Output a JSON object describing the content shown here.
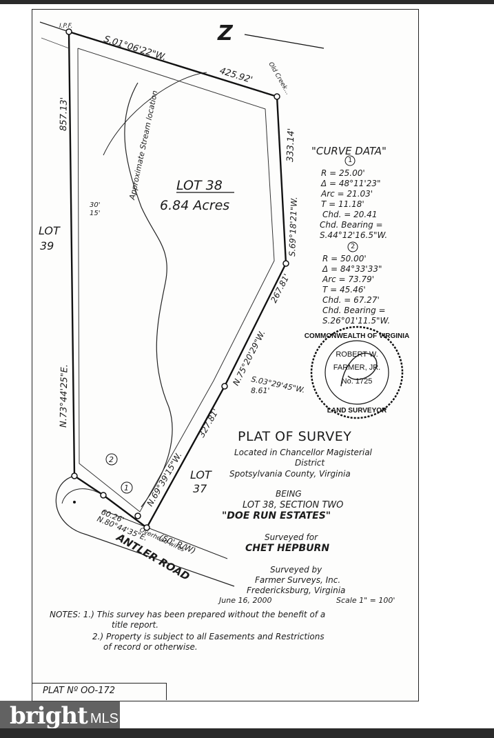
{
  "north_label": "Z",
  "lot": {
    "name": "LOT 38",
    "area": "6.84 Acres"
  },
  "adjacent": {
    "lot39_a": "LOT",
    "lot39_b": "39",
    "lot37_a": "LOT",
    "lot37_b": "37"
  },
  "bearings": {
    "top": "S.01°06'22\"W.",
    "top_dist": "425.92'",
    "left": "N.73°44'25\"E.",
    "left_dist": "857.13'",
    "right_upper": "S.69°18'21\"W.",
    "right_upper_dist": "333.14'",
    "right_mid": "N.75°20'29\"W.",
    "right_mid_dist": "267.81'",
    "jog": "S.03°29'45\"W.",
    "jog_dist": "8.61'",
    "lower": "N.69°39'15\"W.",
    "lower_dist": "327.81'",
    "bottom_dist": "60.26'",
    "bottom": "N.80°44'35\"E."
  },
  "labels": {
    "stream": "Approximate Stream location",
    "creek": "Old Creek...",
    "ipf": "I.P.F.",
    "road": "ANTLER ROAD",
    "row": "(50' R/W)",
    "wires": "Overhead wires",
    "setback_30": "30'",
    "setback_15": "15'",
    "curve1": "1",
    "curve2": "2"
  },
  "curve_data": {
    "title": "\"CURVE DATA\"",
    "c1_num": "1",
    "c1": [
      "R = 25.00'",
      "Δ = 48°11'23\"",
      "Arc = 21.03'",
      "T = 11.18'",
      "Chd. = 20.41",
      "Chd. Bearing =",
      "S.44°12'16.5\"W."
    ],
    "c2_num": "2",
    "c2": [
      "R = 50.00'",
      "Δ = 84°33'33\"",
      "Arc = 73.79'",
      "T = 45.46'",
      "Chd. = 67.27'",
      "Chd. Bearing =",
      "S.26°01'11.5\"W."
    ]
  },
  "seal": {
    "ring_top": "COMMONWEALTH OF VIRGINIA",
    "ring_bottom": "LAND SURVEYOR",
    "name1": "ROBERT W.",
    "name2": "FARMER, JR.",
    "number": "No. 1725"
  },
  "title": {
    "heading": "PLAT OF SURVEY",
    "located1": "Located in Chancellor Magisterial",
    "located2": "District",
    "county": "Spotsylvania County, Virginia",
    "being": "BEING",
    "lot_line": "LOT 38, SECTION TWO",
    "estate": "\"DOE RUN ESTATES\"",
    "surveyed_for": "Surveyed for",
    "client": "CHET HEPBURN",
    "surveyed_by": "Surveyed by",
    "firm": "Farmer Surveys, Inc.",
    "city": "Fredericksburg, Virginia",
    "date": "June 16, 2000",
    "scale": "Scale 1\" = 100'"
  },
  "notes": {
    "n1a": "NOTES: 1.) This survey has been prepared without the benefit of a",
    "n1b": "title report.",
    "n2a": "2.) Property is subject to all Easements and Restrictions",
    "n2b": "of record or otherwise."
  },
  "plat_number": "PLAT Nº OO-172",
  "watermark": {
    "brand": "bright",
    "suffix": "MLS"
  }
}
